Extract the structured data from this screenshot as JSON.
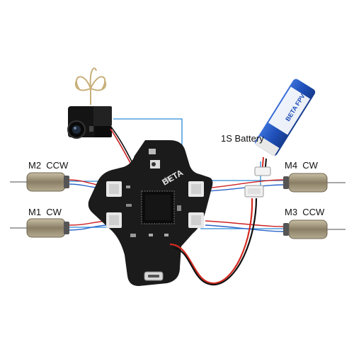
{
  "labels": {
    "battery": "1S Battery",
    "m2": "M2  CCW",
    "m1": "M1  CW",
    "m4": "M4  CW",
    "m3": "M3  CCW",
    "board_mark": "BETA",
    "battery_brand": "BETA FPV"
  },
  "colors": {
    "wire_blue": "#2a8bd6",
    "wire_red": "#d42a20",
    "wire_black": "#111111",
    "board": "#1b1b1b",
    "motor_can": "#9a8f76",
    "battery": "#1f4fb8"
  }
}
